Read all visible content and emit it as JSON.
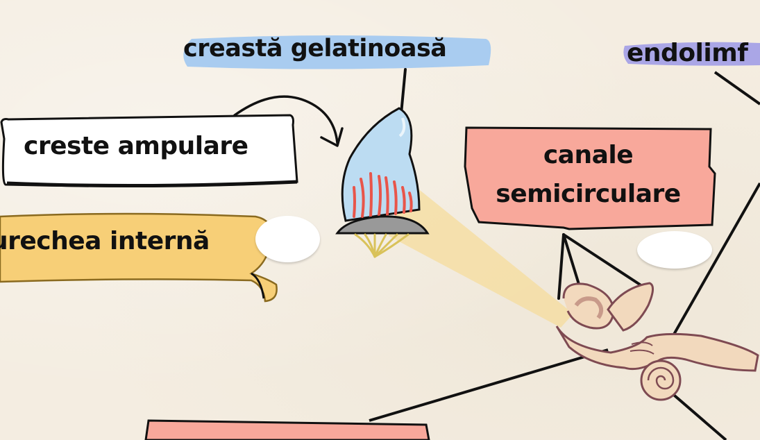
{
  "labels": {
    "crest_gel": "creastă gelatinoasă",
    "endolymph": "endolimf",
    "crests": "creste ampulare",
    "inner_ear": "urechea internă",
    "canals_line1": "canale",
    "canals_line2": "semicirculare"
  },
  "colors": {
    "background": "#f4ede1",
    "blue_highlight": "#a9ccf0",
    "violet_highlight": "#aaa6e6",
    "pink_panel": "#f8a89b",
    "yellow_banner": "#f7cf77",
    "cone_fill": "#bcdcf2",
    "hair_red": "#e8554a",
    "base_grey": "#999999",
    "nerve_yellow": "#d9c25a",
    "beam": "#f6dc9c",
    "ear_fill": "#f2d9bd",
    "ear_outline": "#7e4a52"
  }
}
